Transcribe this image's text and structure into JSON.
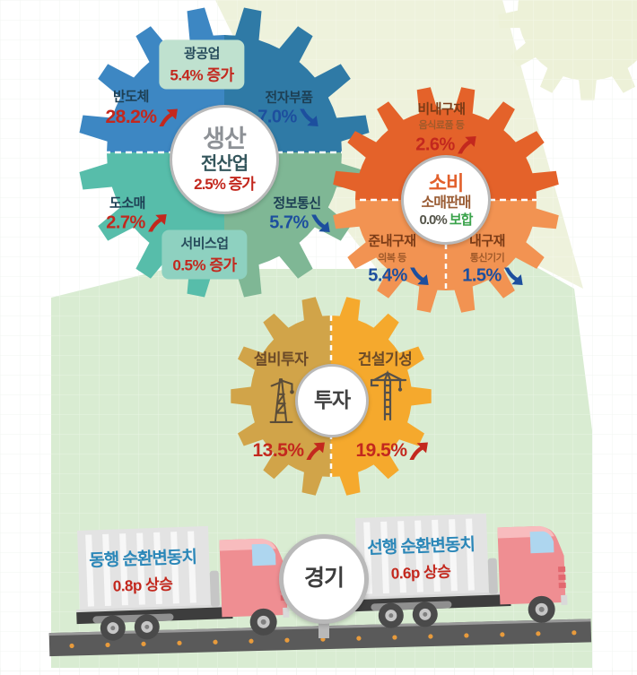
{
  "colors": {
    "red": "#c3281e",
    "navy": "#1d4f9e",
    "cream_bg": "#eef2dc",
    "green_bg": "#d9ecd2",
    "circle_border": "#b9b9b9",
    "road": "#5a5a5a",
    "road_dot": "#e89b3c"
  },
  "gears": {
    "production": {
      "center": {
        "title": "생산",
        "subtitle": "전산업",
        "change": "2.5% 증가"
      },
      "colors": {
        "top_left": "#3d87c3",
        "top_right": "#2f7aa6",
        "bottom_left": "#57bdaa",
        "bottom_right": "#7fb795"
      },
      "top_box": {
        "label": "광공업",
        "change": "5.4% 증가",
        "bg": "#bfe1cf"
      },
      "bottom_box": {
        "label": "서비스업",
        "change": "0.5% 증가",
        "bg": "#8ed1c0"
      },
      "items": [
        {
          "label": "반도체",
          "value": "28.2%",
          "direction": "up"
        },
        {
          "label": "전자부품",
          "value": "7.0%",
          "direction": "down"
        },
        {
          "label": "도소매",
          "value": "2.7%",
          "direction": "up"
        },
        {
          "label": "정보통신",
          "value": "5.7%",
          "direction": "down"
        }
      ]
    },
    "consumption": {
      "center": {
        "title": "소비",
        "subtitle": "소매판매",
        "change_value": "0.0%",
        "change_word": "보합"
      },
      "colors": {
        "top": "#e4622a",
        "bottom": "#f29352"
      },
      "items": [
        {
          "label": "비내구재",
          "sublabel": "음식료품 등",
          "value": "2.6%",
          "direction": "up"
        },
        {
          "label": "준내구재",
          "sublabel": "의복 등",
          "value": "5.4%",
          "direction": "down"
        },
        {
          "label": "내구재",
          "sublabel": "통신기기",
          "value": "1.5%",
          "direction": "down"
        }
      ]
    },
    "investment": {
      "center": {
        "title": "투자"
      },
      "colors": {
        "left": "#d1a449",
        "right": "#f5a92d"
      },
      "items": [
        {
          "label": "설비투자",
          "value": "13.5%",
          "direction": "up",
          "icon": "pylon-icon"
        },
        {
          "label": "건설기성",
          "value": "19.5%",
          "direction": "up",
          "icon": "crane-icon"
        }
      ]
    }
  },
  "economy": {
    "sign_label": "경기",
    "trucks": [
      {
        "label": "동행 순환변동치",
        "change": "0.8p 상승"
      },
      {
        "label": "선행 순환변동치",
        "change": "0.6p 상승"
      }
    ]
  }
}
